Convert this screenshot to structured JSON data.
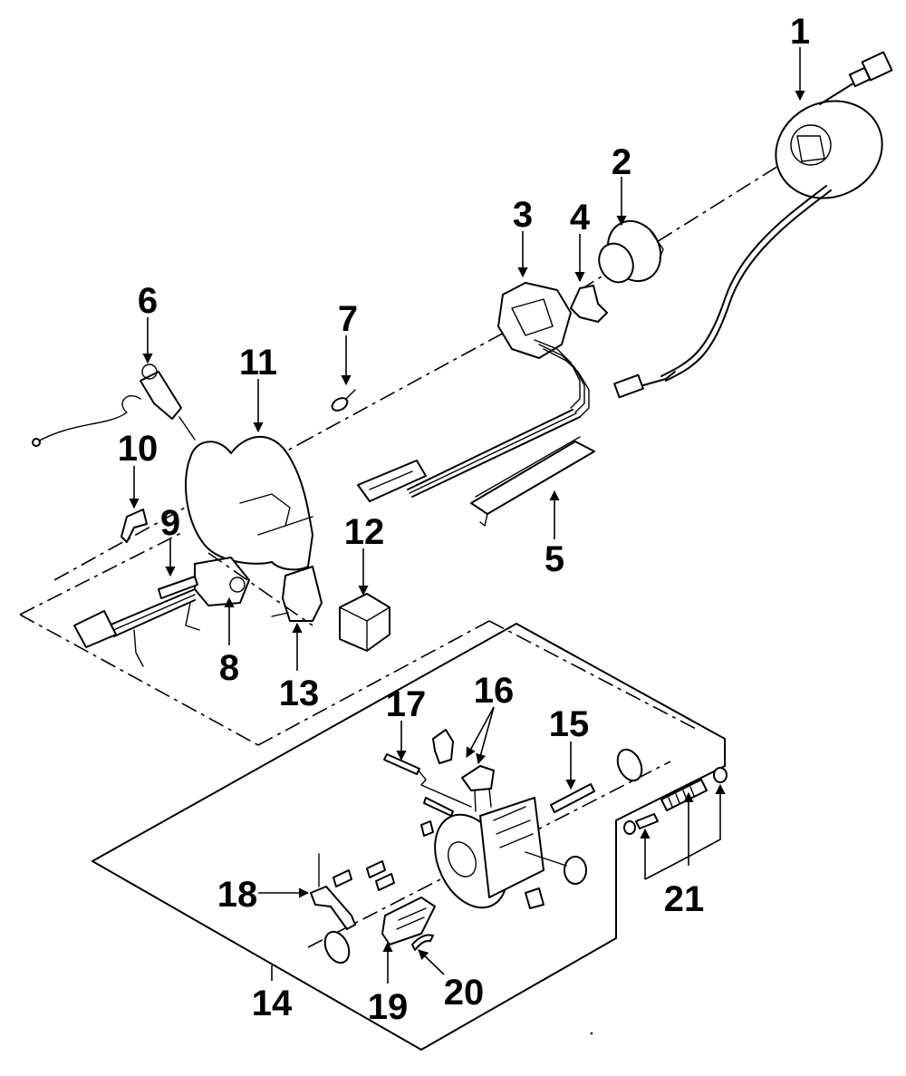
{
  "diagram": {
    "subject": "steering column exploded parts diagram",
    "background_color": "#ffffff",
    "line_color": "#000000",
    "callouts": [
      {
        "id": "1",
        "label": "1"
      },
      {
        "id": "2",
        "label": "2"
      },
      {
        "id": "3",
        "label": "3"
      },
      {
        "id": "4",
        "label": "4"
      },
      {
        "id": "5",
        "label": "5"
      },
      {
        "id": "6",
        "label": "6"
      },
      {
        "id": "7",
        "label": "7"
      },
      {
        "id": "8",
        "label": "8"
      },
      {
        "id": "9",
        "label": "9"
      },
      {
        "id": "10",
        "label": "10"
      },
      {
        "id": "11",
        "label": "11"
      },
      {
        "id": "12",
        "label": "12"
      },
      {
        "id": "13",
        "label": "13"
      },
      {
        "id": "14",
        "label": "14"
      },
      {
        "id": "15",
        "label": "15"
      },
      {
        "id": "16",
        "label": "16"
      },
      {
        "id": "17",
        "label": "17"
      },
      {
        "id": "18",
        "label": "18"
      },
      {
        "id": "19",
        "label": "19"
      },
      {
        "id": "20",
        "label": "20"
      },
      {
        "id": "21",
        "label": "21"
      }
    ]
  }
}
